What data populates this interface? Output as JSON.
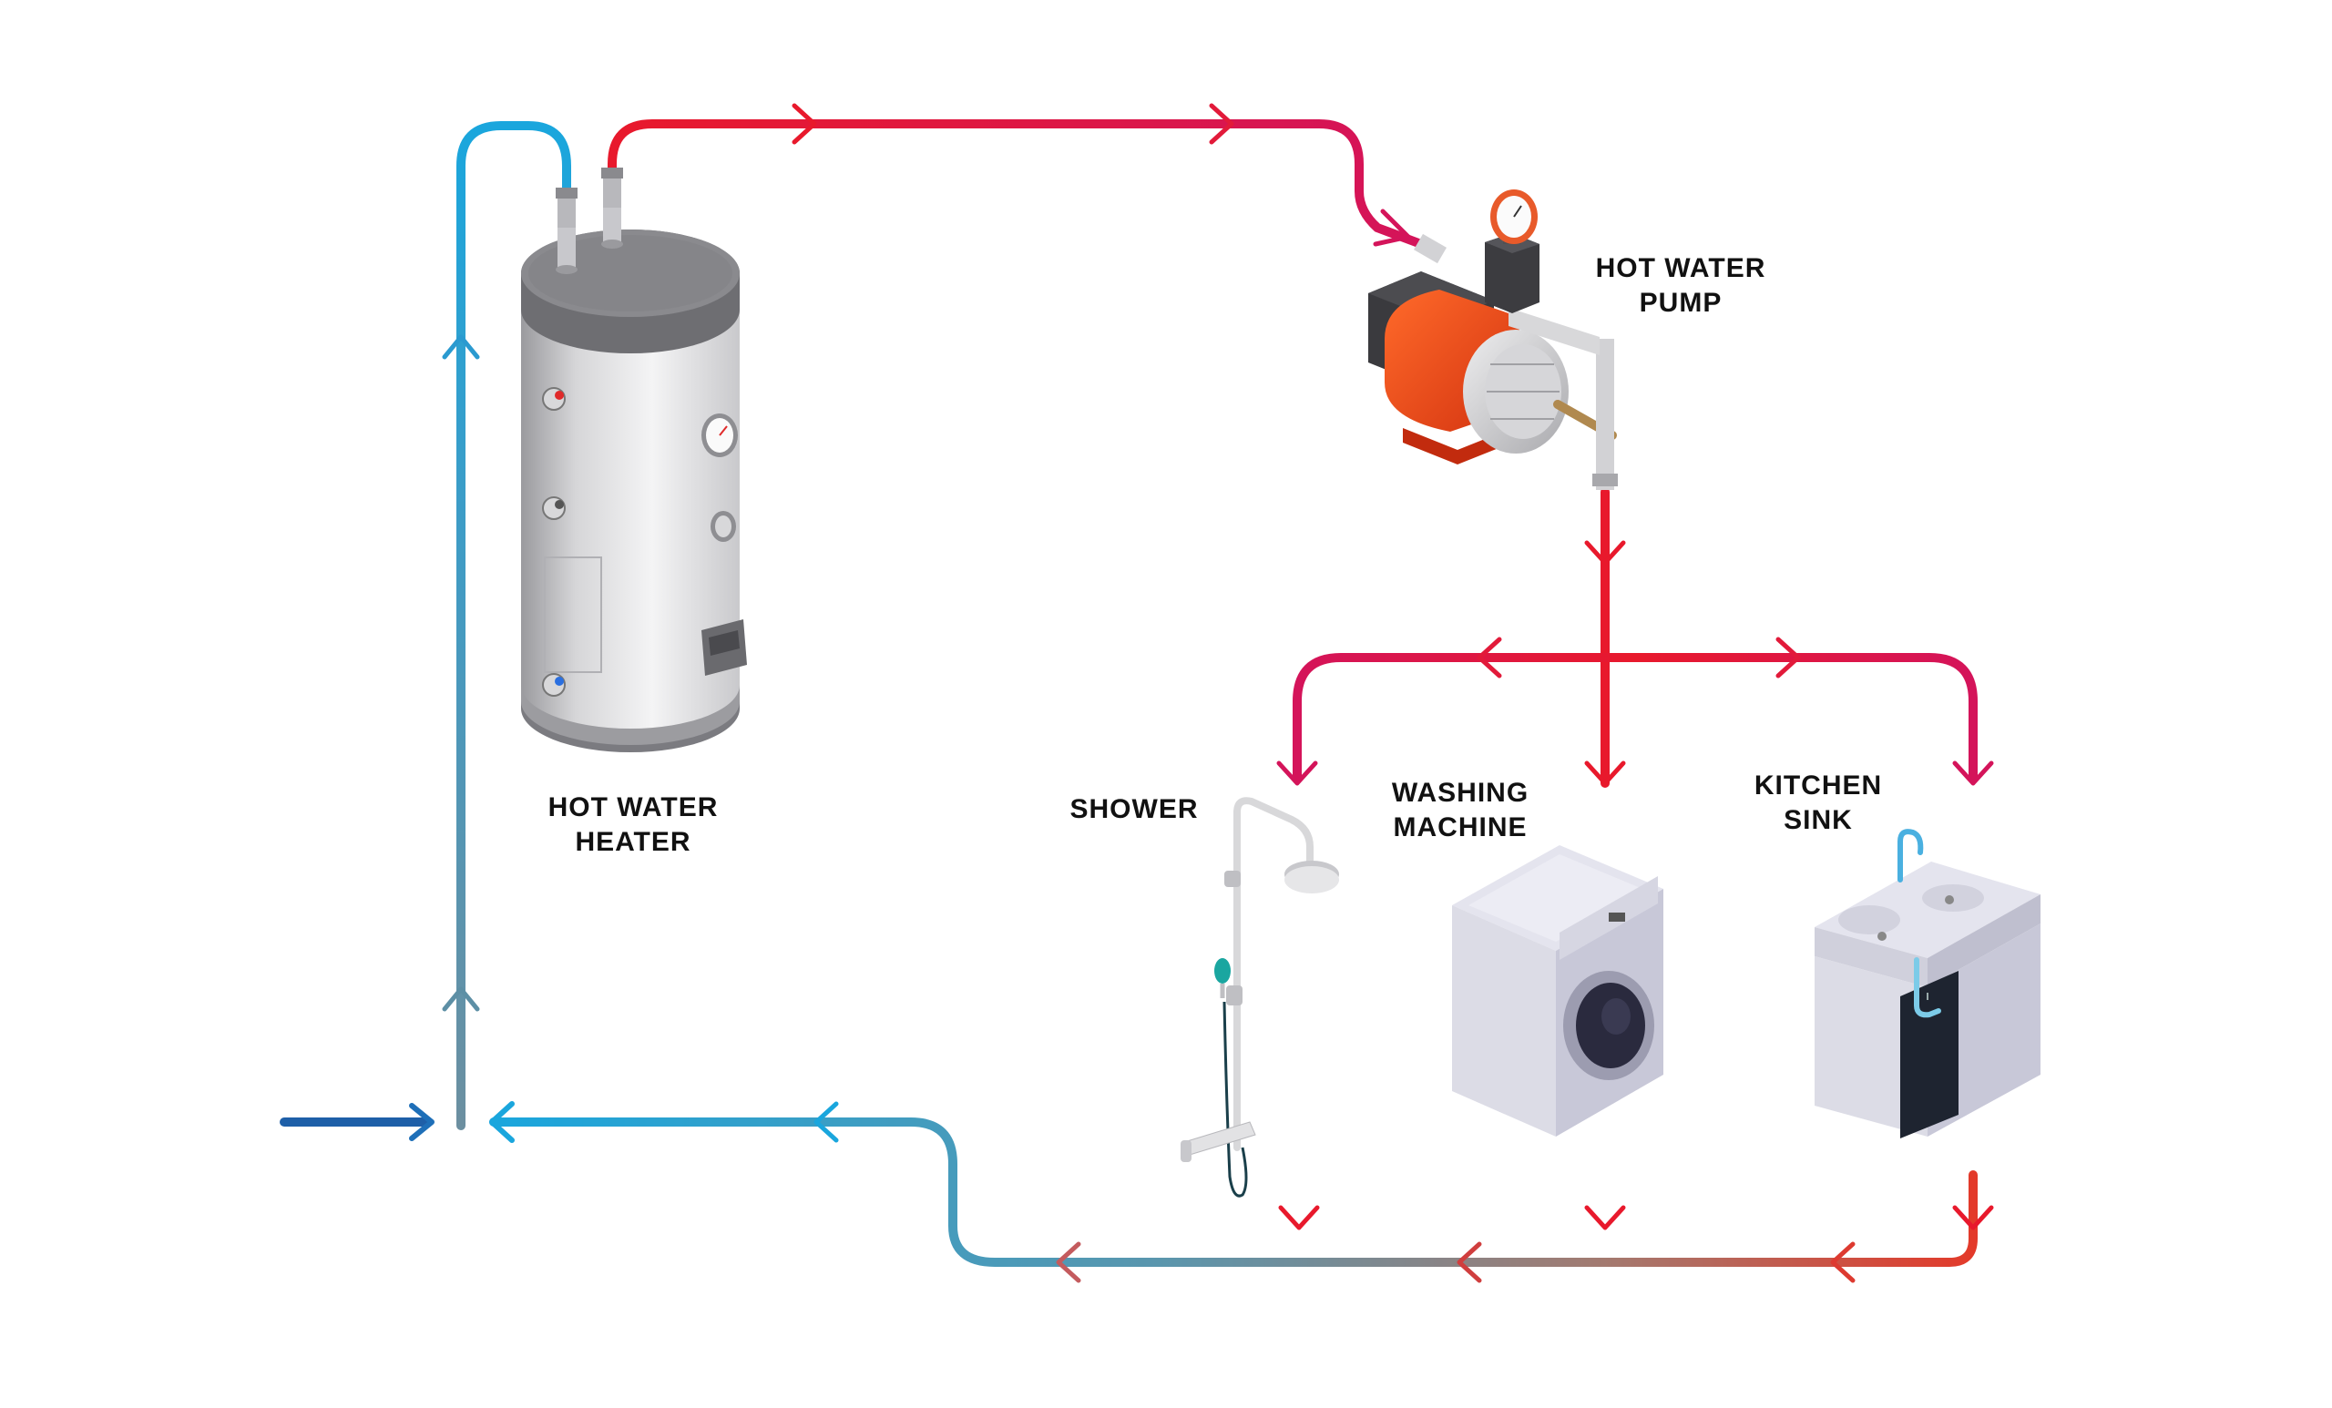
{
  "labels": {
    "heater": [
      "HOT WATER",
      "HEATER"
    ],
    "pump": [
      "HOT WATER",
      "PUMP"
    ],
    "shower": [
      "SHOWER"
    ],
    "washer": [
      "WASHING",
      "MACHINE"
    ],
    "sink": [
      "KITCHEN",
      "SINK"
    ]
  },
  "colors": {
    "hot": "#e8192c",
    "hot_mid": "#d4145a",
    "cold": "#1aa6dd",
    "cold_dark": "#1e5fa8",
    "return_mix": "#6c8fa0",
    "pump_red": "#f04a1e"
  }
}
